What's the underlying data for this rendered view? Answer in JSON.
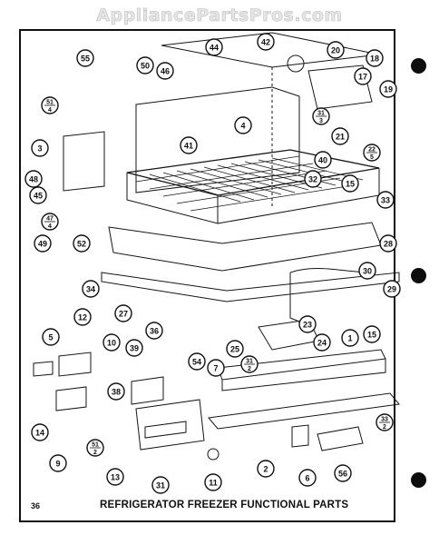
{
  "watermark": "AppliancePartsPros.com",
  "page_number": "36",
  "caption": "REFRIGERATOR FREEZER FUNCTIONAL PARTS",
  "callouts": [
    "55",
    "50",
    "46",
    "44",
    "42",
    "20",
    "18",
    "17",
    "19",
    "51/4",
    "3",
    "48",
    "45",
    "47/4",
    "49",
    "52",
    "34",
    "41",
    "4",
    "31/3",
    "40",
    "32",
    "15",
    "22/5",
    "21",
    "33",
    "28",
    "30",
    "29",
    "27",
    "5",
    "12",
    "10",
    "39",
    "36",
    "14",
    "38",
    "9",
    "51/2",
    "13",
    "31",
    "11",
    "2",
    "6",
    "56",
    "23",
    "25",
    "31/2",
    "24",
    "1",
    "15",
    "54",
    "7",
    "33/2"
  ]
}
